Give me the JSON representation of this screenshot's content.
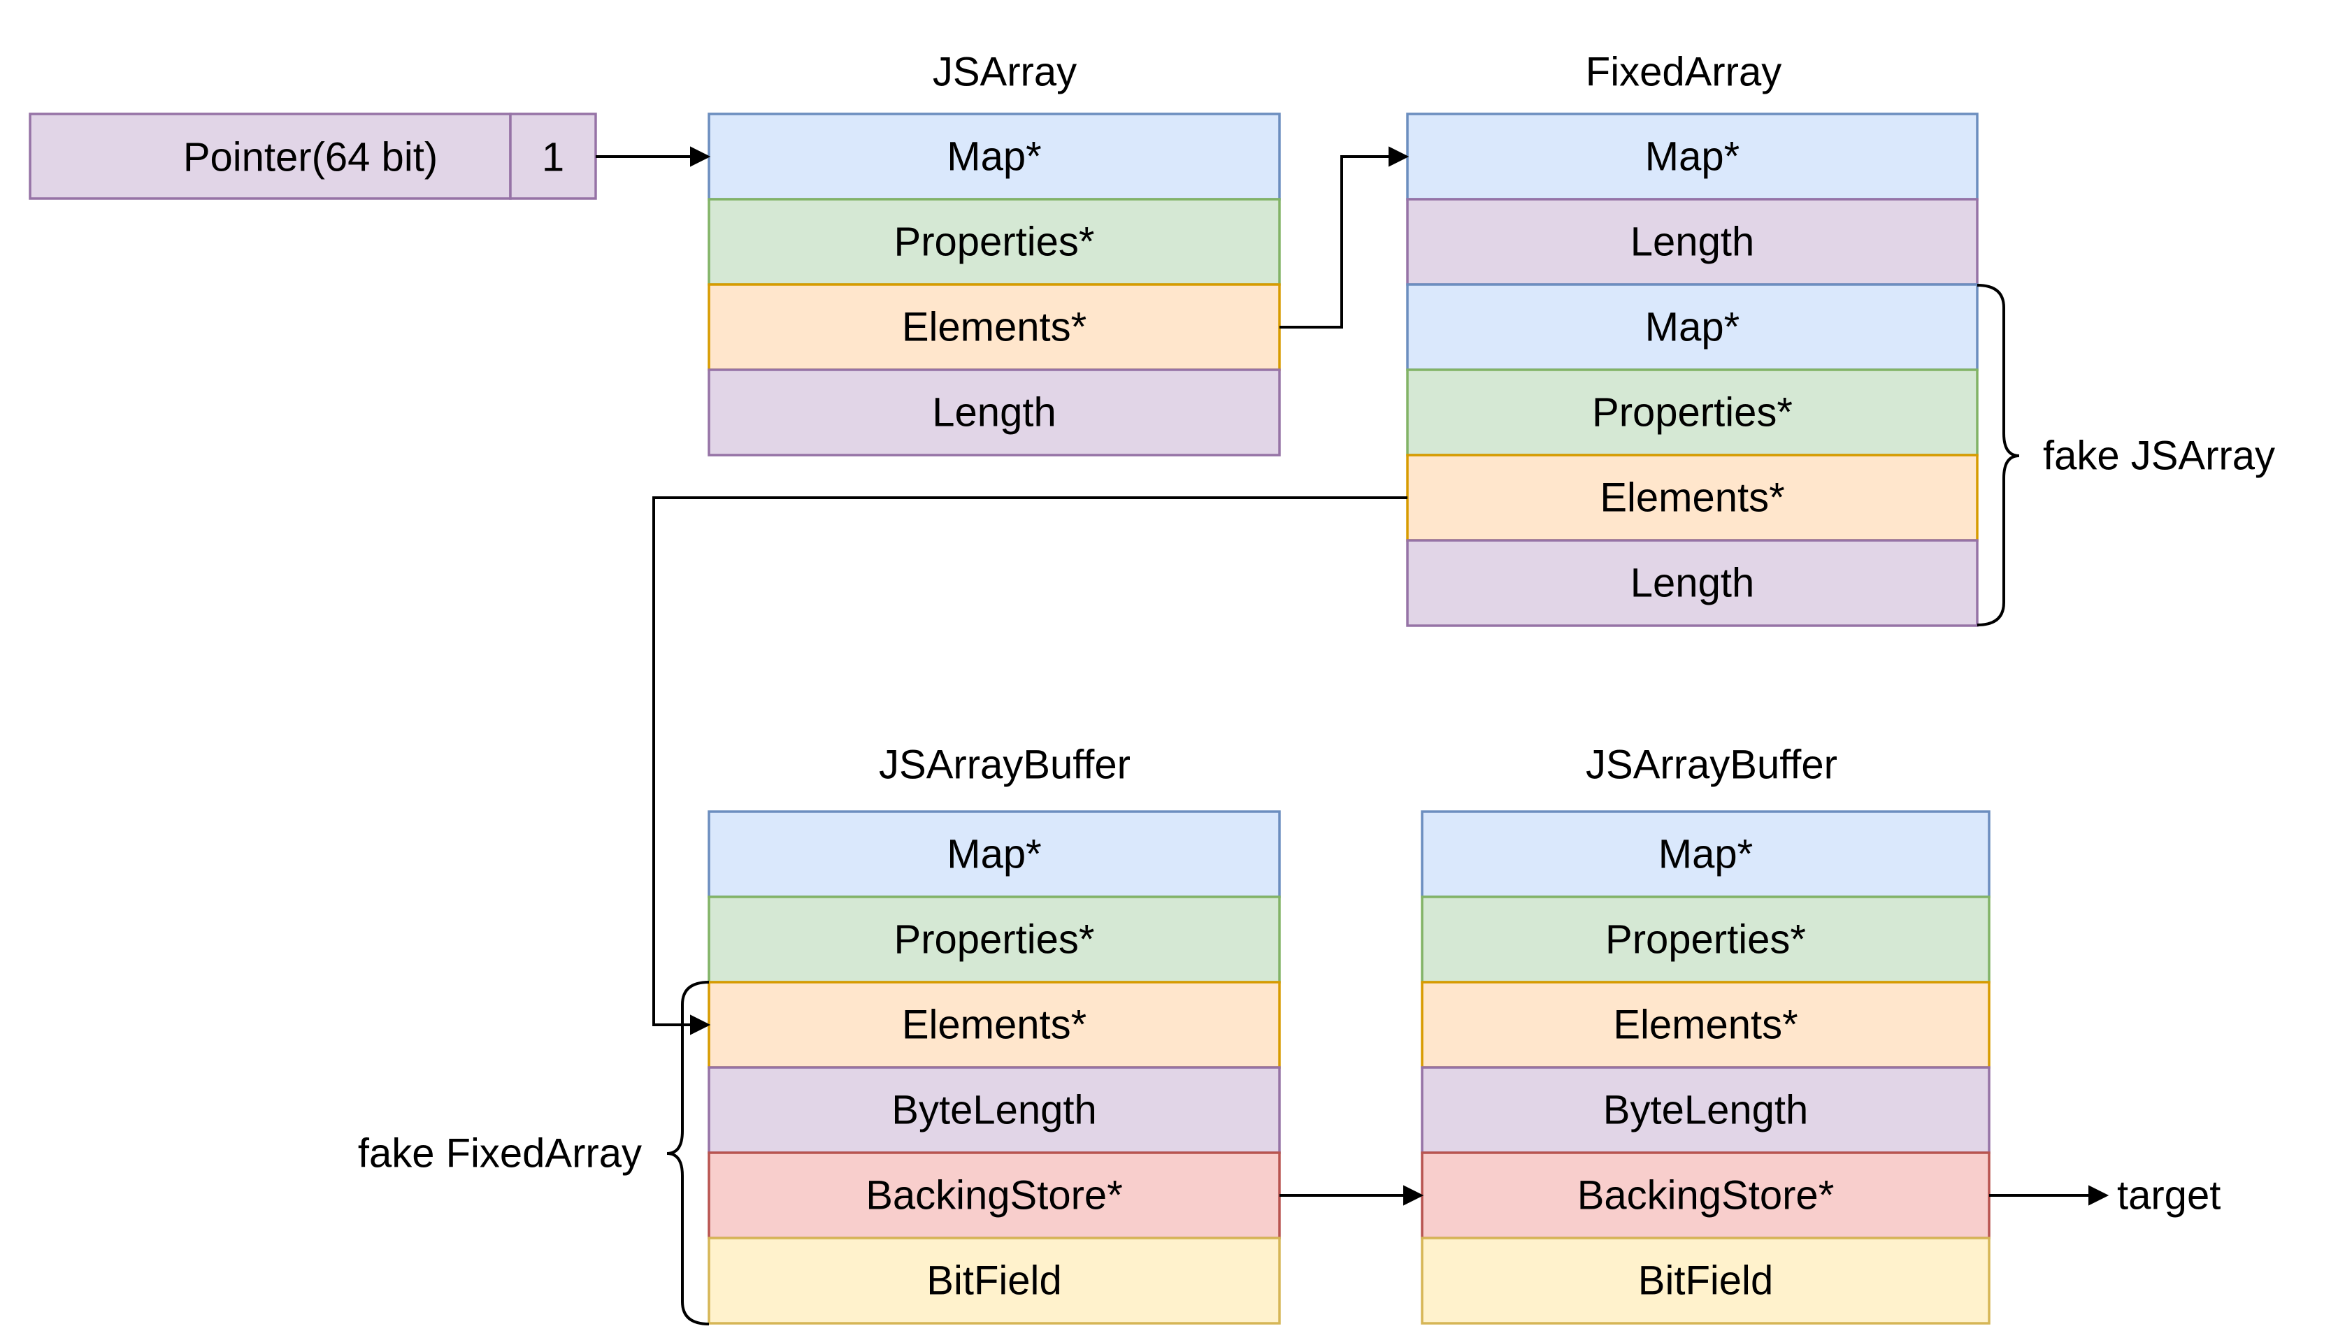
{
  "colors": {
    "map": {
      "fill": "#dae8fc",
      "stroke": "#6c8ebf"
    },
    "properties": {
      "fill": "#d5e8d4",
      "stroke": "#82b366"
    },
    "elements": {
      "fill": "#ffe6cc",
      "stroke": "#d79b00"
    },
    "length": {
      "fill": "#e1d5e7",
      "stroke": "#9673a6"
    },
    "backing": {
      "fill": "#f8cecc",
      "stroke": "#b85450"
    },
    "bitfield": {
      "fill": "#fff2cc",
      "stroke": "#d6b656"
    }
  },
  "pointer": {
    "label": "Pointer(64 bit)",
    "tag": "1"
  },
  "jsarray": {
    "title": "JSArray",
    "fields": [
      {
        "label": "Map*",
        "kind": "map"
      },
      {
        "label": "Properties*",
        "kind": "properties"
      },
      {
        "label": "Elements*",
        "kind": "elements"
      },
      {
        "label": "Length",
        "kind": "length"
      }
    ]
  },
  "fixedarray": {
    "title": "FixedArray",
    "fields": [
      {
        "label": "Map*",
        "kind": "map"
      },
      {
        "label": "Length",
        "kind": "length"
      },
      {
        "label": "Map*",
        "kind": "map"
      },
      {
        "label": "Properties*",
        "kind": "properties"
      },
      {
        "label": "Elements*",
        "kind": "elements"
      },
      {
        "label": "Length",
        "kind": "length"
      }
    ]
  },
  "buffer_left": {
    "title": "JSArrayBuffer",
    "fields": [
      {
        "label": "Map*",
        "kind": "map"
      },
      {
        "label": "Properties*",
        "kind": "properties"
      },
      {
        "label": "Elements*",
        "kind": "elements"
      },
      {
        "label": "ByteLength",
        "kind": "length"
      },
      {
        "label": "BackingStore*",
        "kind": "backing"
      },
      {
        "label": "BitField",
        "kind": "bitfield"
      }
    ]
  },
  "buffer_right": {
    "title": "JSArrayBuffer",
    "fields": [
      {
        "label": "Map*",
        "kind": "map"
      },
      {
        "label": "Properties*",
        "kind": "properties"
      },
      {
        "label": "Elements*",
        "kind": "elements"
      },
      {
        "label": "ByteLength",
        "kind": "length"
      },
      {
        "label": "BackingStore*",
        "kind": "backing"
      },
      {
        "label": "BitField",
        "kind": "bitfield"
      }
    ]
  },
  "annotations": {
    "fake_jsarray": "fake JSArray",
    "fake_fixedarray": "fake FixedArray",
    "target": "target"
  }
}
